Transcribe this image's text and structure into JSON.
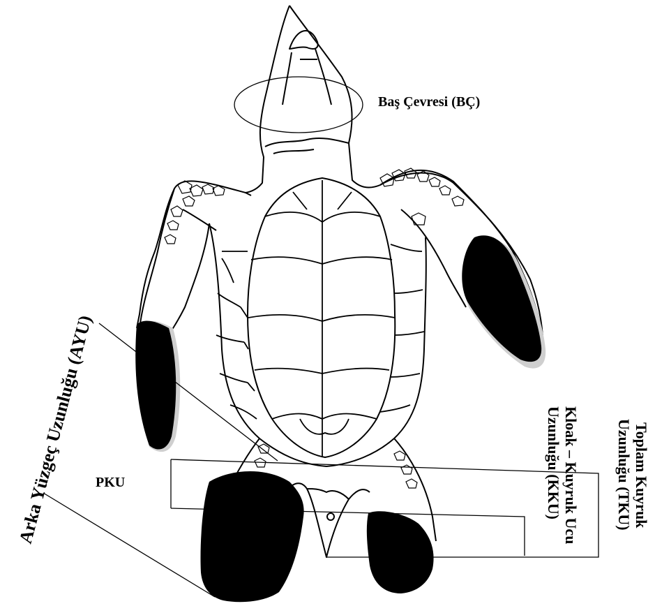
{
  "labels": {
    "head_circumference": "Baş Çevresi (BÇ)",
    "hind_flipper_length": "Arka Yüzgeç Uzunluğu (AYU)",
    "pku": "PKU",
    "cloaca_tail_line1": "Kloak – Kuyruk Ucu",
    "cloaca_tail_line2": "Uzunluğu (KKU)",
    "total_tail_line1": "Toplam Kuyruk",
    "total_tail_line2": "Uzunluğu (TKU)"
  },
  "colors": {
    "stroke": "#000000",
    "fill_dark": "#000000",
    "shadow": "#cfcfcf",
    "background": "#ffffff"
  }
}
